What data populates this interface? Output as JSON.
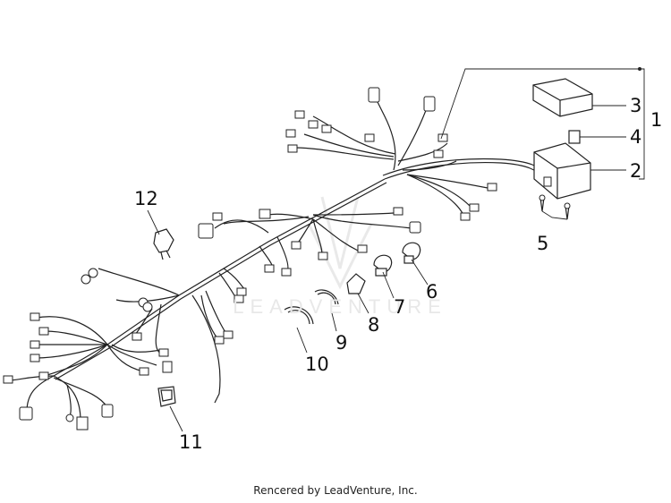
{
  "callouts": {
    "c1": "1",
    "c2": "2",
    "c3": "3",
    "c4": "4",
    "c5": "5",
    "c6": "6",
    "c7": "7",
    "c8": "8",
    "c9": "9",
    "c10": "10",
    "c11": "11",
    "c12": "12"
  },
  "watermark": "LEADVENTURE",
  "footer": "Rencered by LeadVenture, Inc."
}
